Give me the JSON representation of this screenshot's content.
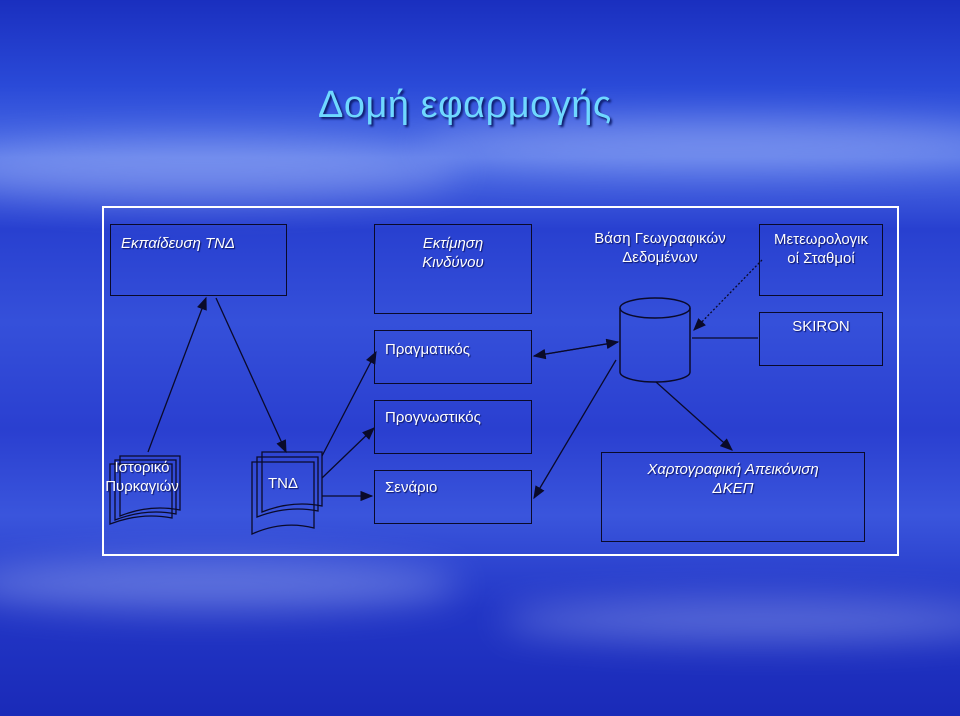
{
  "title": "Δομή εφαρμογής",
  "nodes": {
    "training": "Εκπαίδευση ΤΝΔ",
    "risk_line1": "Εκτίμηση",
    "risk_line2": "Κινδύνου",
    "gis_line1": "Βάση Γεωγραφικών",
    "gis_line2": "Δεδομένων",
    "meteo_line1": "Μετεωρολογικ",
    "meteo_line2": "οί Σταθμοί",
    "skiron": "SKIRON",
    "actual": "Πραγματικός",
    "forecast": "Προγνωστικός",
    "history_line1": "Ιστορικό",
    "history_line2": "Πυρκαγιών",
    "ann": "ΤΝΔ",
    "scenario": "Σενάριο",
    "mapping_line1": "Χαρτογραφική Απεικόνιση",
    "mapping_line2": "ΔΚΕΠ"
  },
  "colors": {
    "accent_title": "#6fd8ff",
    "line": "#0a0a2a",
    "white": "#ffffff"
  }
}
